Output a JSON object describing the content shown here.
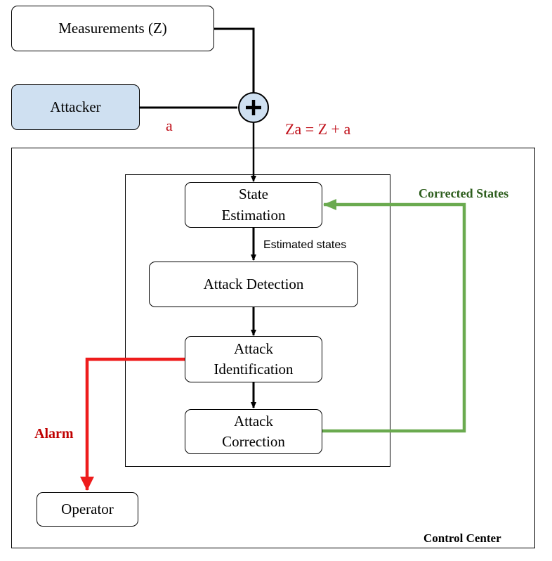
{
  "colors": {
    "line": "#000000",
    "alarm": "#ee1c1c",
    "corrected": "#6aaa4f",
    "corrected_text": "#2e5e1e",
    "alarm_text": "#c00000",
    "equation_text": "#c0101a",
    "attacker_fill": "#cfe0f1",
    "sum_fill": "#cfe0f1"
  },
  "icons": {
    "summing_junction": "plus-circle"
  },
  "nodes": {
    "measurements": "Measurements (Z)",
    "attacker": "Attacker",
    "state_estimation": "State\nEstimation",
    "attack_detection": "Attack  Detection",
    "attack_identification": "Attack\nIdentification",
    "attack_correction": "Attack\nCorrection",
    "operator": "Operator"
  },
  "labels": {
    "attack_vector": "a",
    "equation": "Za = Z + a",
    "estimated_states": "Estimated states",
    "corrected_states": "Corrected States",
    "alarm": "Alarm",
    "control_center": "Control Center"
  }
}
